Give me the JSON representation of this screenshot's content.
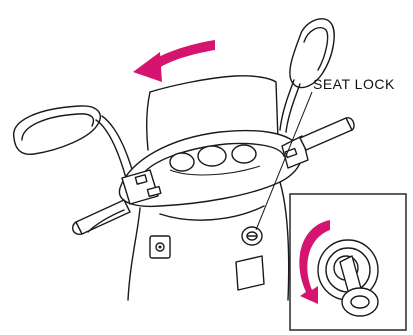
{
  "callout": {
    "seat_lock_label": "SEAT LOCK"
  },
  "colors": {
    "arrow": "#d4146f",
    "line": "#1a1a1a",
    "background": "#ffffff"
  },
  "icons": [
    "rotation-arrow",
    "key-icon",
    "ignition-switch"
  ]
}
